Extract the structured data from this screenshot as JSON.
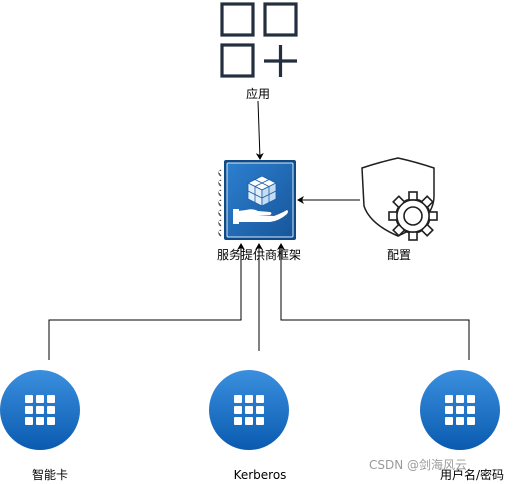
{
  "colors": {
    "line": "#000000",
    "icon_dark": "#232f3e",
    "book_blue": "#1a5fa8",
    "book_blue_light": "#2c7fd0",
    "circle_blue_top": "#3b8fde",
    "circle_blue_bottom": "#0a5bb0",
    "grid_white": "#ffffff",
    "gear_dark": "#1f1f1f",
    "watermark": "#9a9a9a"
  },
  "nodes": {
    "app": {
      "label": "应用",
      "icon": "app-grid-plus-icon"
    },
    "framework": {
      "label": "服务提供商框架",
      "icon": "book-cube-hand-icon"
    },
    "config": {
      "label": "配置",
      "icon": "shield-gear-icon"
    },
    "smartcard": {
      "label": "智能卡",
      "icon": "grid-circle-icon"
    },
    "kerberos": {
      "label": "Kerberos",
      "icon": "grid-circle-icon"
    },
    "password": {
      "label": "用户名/密码",
      "icon": "grid-circle-icon"
    }
  },
  "watermark": "CSDN @剑海风云"
}
